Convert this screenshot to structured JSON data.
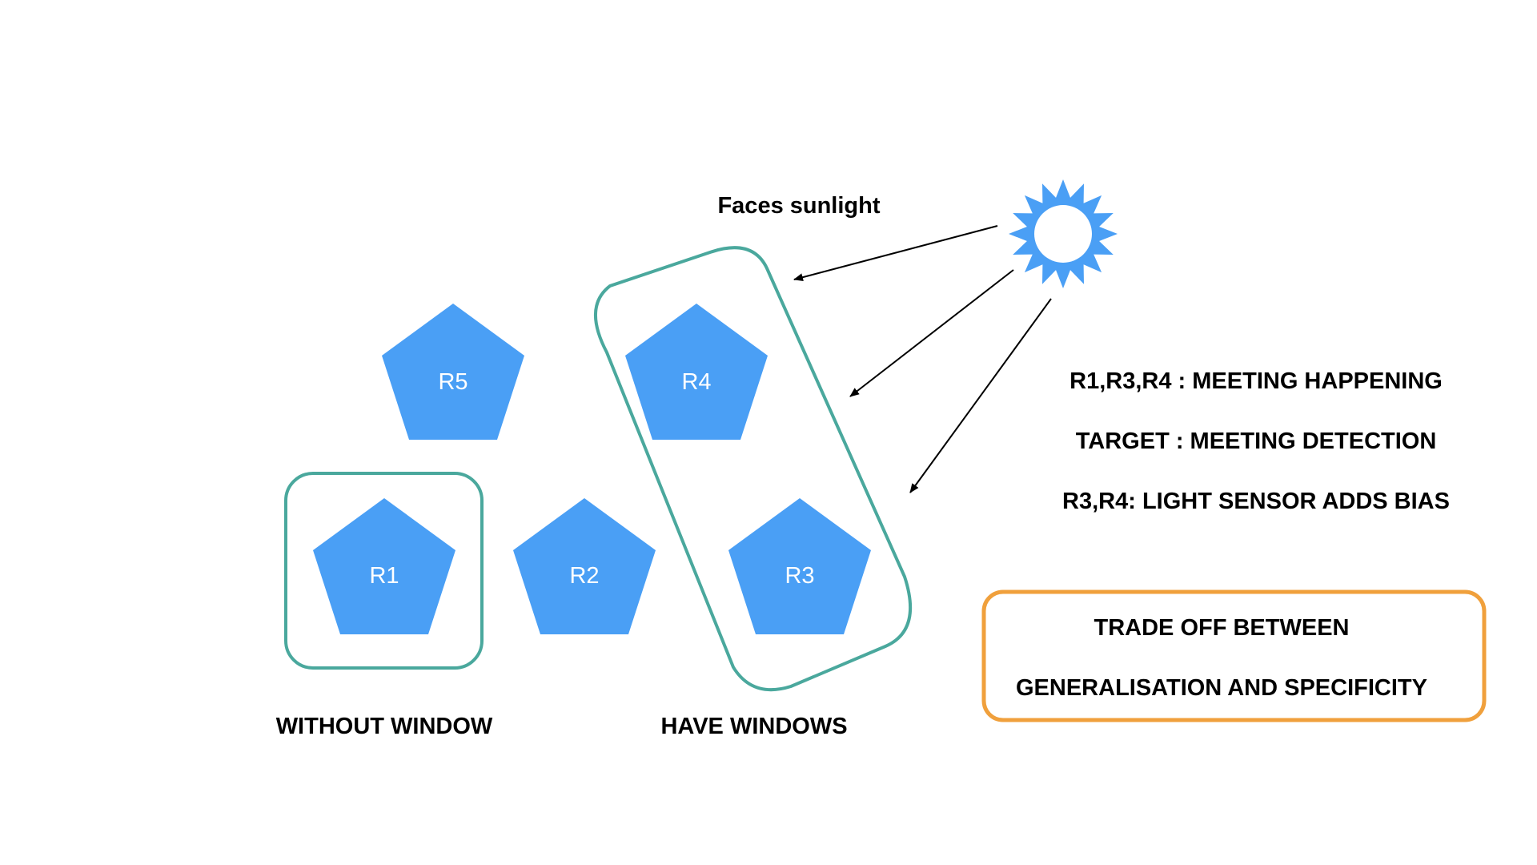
{
  "colors": {
    "room_fill": "#4a9ff5",
    "group_outline": "#4aa89d",
    "highlight_outline": "#f0a03c",
    "sun": "#4a9ff5",
    "text": "#000000"
  },
  "sun_icon": "sun-icon",
  "sunlight_label": "Faces sunlight",
  "rooms": [
    {
      "id": "r5",
      "label": "R5"
    },
    {
      "id": "r4",
      "label": "R4"
    },
    {
      "id": "r1",
      "label": "R1"
    },
    {
      "id": "r2",
      "label": "R2"
    },
    {
      "id": "r3",
      "label": "R3"
    }
  ],
  "groups": {
    "without_window": "WITHOUT WINDOW",
    "have_windows": "HAVE WINDOWS"
  },
  "notes": [
    "R1,R3,R4 : MEETING HAPPENING",
    "TARGET : MEETING DETECTION",
    "R3,R4: LIGHT SENSOR ADDS BIAS"
  ],
  "tradeoff": {
    "line1": "TRADE OFF BETWEEN",
    "line2": "GENERALISATION AND SPECIFICITY"
  }
}
